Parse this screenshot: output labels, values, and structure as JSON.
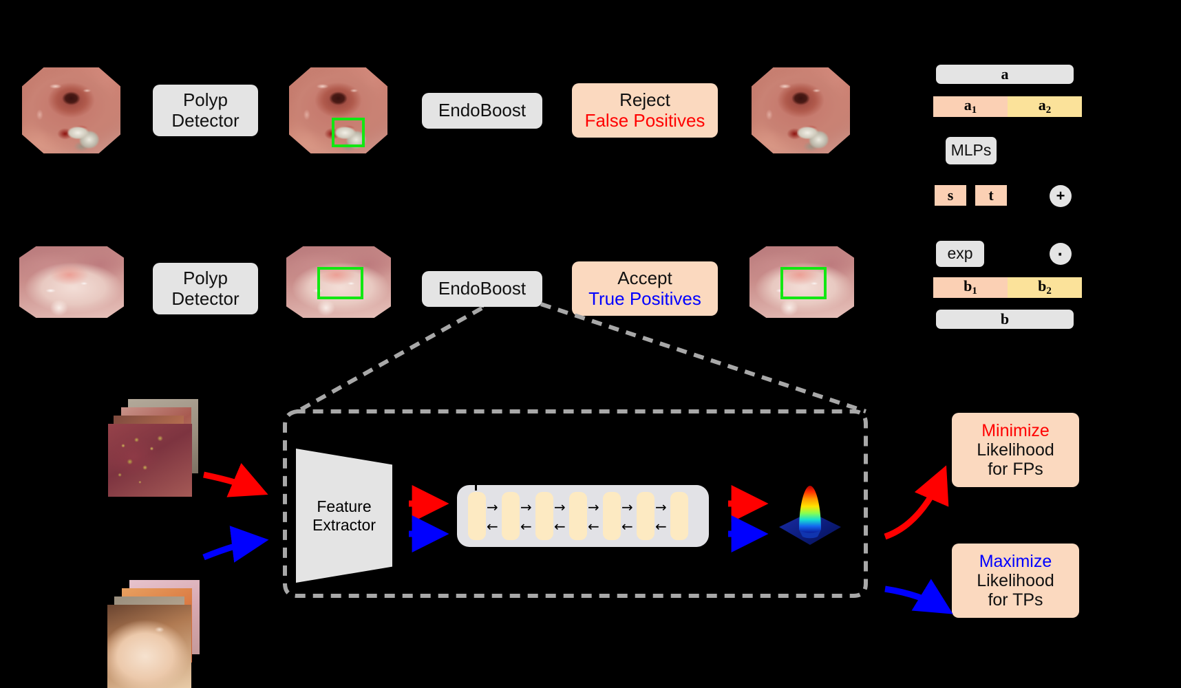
{
  "meta": {
    "figure_title": "EndoBoost pipeline overview",
    "background": "#000000"
  },
  "colors": {
    "gray_box": "#e4e4e4",
    "peach_box": "#fbd9bf",
    "segment_peach": "#fbd0b4",
    "segment_yellow": "#fbe29a",
    "flow_block": "#e2e2e6",
    "flow_cell": "#fdeac2",
    "red": "#ff0000",
    "blue": "#0000ff",
    "green_bbox": "#12e712",
    "dashed_callout": "#a8a8a8"
  },
  "pipeline": {
    "row_false_positive": {
      "detector_label_line1": "Polyp",
      "detector_label_line2": "Detector",
      "module_label": "EndoBoost",
      "decision_line1": "Reject",
      "decision_line2": "False Positives",
      "decision_line2_color": "#ff0000",
      "input_image_name": "colonoscopy-frame-with-instrument",
      "detected_image_name": "colonoscopy-frame-with-green-bbox",
      "output_image_name": "colonoscopy-frame-bbox-removed"
    },
    "row_true_positive": {
      "detector_label_line1": "Polyp",
      "detector_label_line2": "Detector",
      "module_label": "EndoBoost",
      "decision_line1": "Accept",
      "decision_line2": "True Positives",
      "decision_line2_color": "#0000ff",
      "input_image_name": "colonoscopy-frame-with-polyp",
      "detected_image_name": "colonoscopy-frame-polyp-green-bbox",
      "output_image_name": "colonoscopy-frame-polyp-green-bbox-kept"
    }
  },
  "coupling_layer": {
    "input_bar": "a",
    "split": [
      {
        "label": "a",
        "subscript": "1"
      },
      {
        "label": "a",
        "subscript": "2"
      }
    ],
    "mlp_label": "MLPs",
    "params": [
      {
        "label": "s"
      },
      {
        "label": "t"
      }
    ],
    "add_operator": "+",
    "exp_label": "exp",
    "mul_operator": "·",
    "output_split": [
      {
        "label": "b",
        "subscript": "1"
      },
      {
        "label": "b",
        "subscript": "2"
      }
    ],
    "output_bar": "b"
  },
  "detail": {
    "fp_stack_name": "false-positive-image-stack",
    "tp_stack_name": "true-positive-image-stack",
    "feature_extractor_line1": "Feature",
    "feature_extractor_line2": "Extractor",
    "flow_block_name": "normalizing-flow-coupling-blocks",
    "flow_cell_count": 7,
    "forward_arrow_count": 6,
    "backward_arrow_count": 6,
    "forward_arrow_glyph": "→",
    "backward_arrow_glyph": "←",
    "latent_plot_name": "gaussian-latent-density-surface",
    "objectives": [
      {
        "verb": "Minimize",
        "verb_color": "#ff0000",
        "line2": "Likelihood",
        "line3": "for FPs"
      },
      {
        "verb": "Maximize",
        "verb_color": "#0000ff",
        "line2": "Likelihood",
        "line3": "for TPs"
      }
    ]
  }
}
